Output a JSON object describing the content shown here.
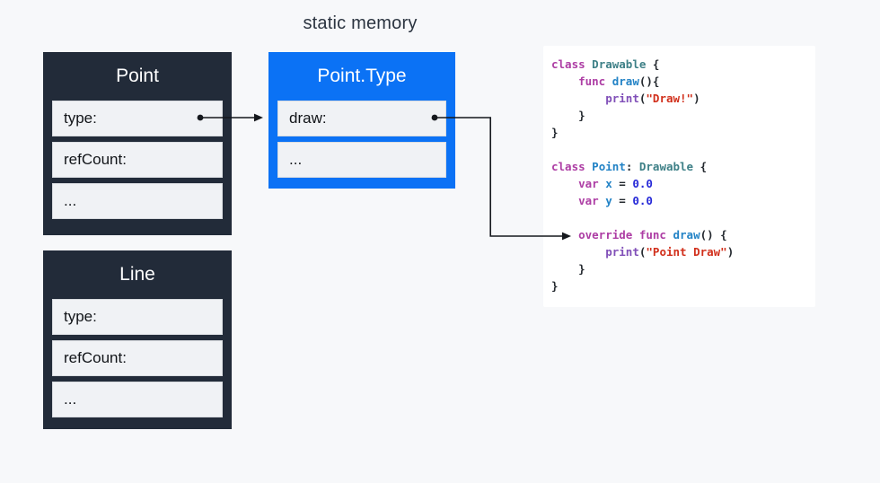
{
  "page": {
    "title": "static memory",
    "background_color": "#f7f8fa"
  },
  "colors": {
    "dark_box": "#222b39",
    "blue_box": "#0b72f5",
    "slot_background": "#f0f2f5",
    "arrow": "#15181d",
    "code_keyword": "#ad3da4",
    "code_type": "#3e8087",
    "code_declaration": "#2383c6",
    "code_function": "#804fb8",
    "code_string": "#d12f1b",
    "code_number": "#272ad8"
  },
  "boxes": {
    "point": {
      "title": "Point",
      "rows": [
        "type:",
        "refCount:",
        "..."
      ]
    },
    "point_type": {
      "title": "Point.Type",
      "rows": [
        "draw:",
        "..."
      ]
    },
    "line": {
      "title": "Line",
      "rows": [
        "type:",
        "refCount:",
        "..."
      ]
    }
  },
  "connections": [
    {
      "from": "point.type-slot",
      "to": "point-type-box"
    },
    {
      "from": "point-type.draw-slot",
      "to": "code.override-func-draw-line"
    }
  ],
  "code": {
    "language": "swift",
    "lines": [
      [
        [
          "kw",
          "class"
        ],
        [
          "plain",
          " "
        ],
        [
          "type",
          "Drawable"
        ],
        [
          "plain",
          " {"
        ]
      ],
      [
        [
          "plain",
          "    "
        ],
        [
          "kw",
          "func"
        ],
        [
          "plain",
          " "
        ],
        [
          "decl",
          "draw"
        ],
        [
          "plain",
          "(){"
        ]
      ],
      [
        [
          "plain",
          "        "
        ],
        [
          "fn",
          "print"
        ],
        [
          "plain",
          "("
        ],
        [
          "str",
          "\"Draw!\""
        ],
        [
          "plain",
          ")"
        ]
      ],
      [
        [
          "plain",
          "    }"
        ]
      ],
      [
        [
          "plain",
          "}"
        ]
      ],
      [],
      [
        [
          "kw",
          "class"
        ],
        [
          "plain",
          " "
        ],
        [
          "decl",
          "Point"
        ],
        [
          "plain",
          ": "
        ],
        [
          "type",
          "Drawable"
        ],
        [
          "plain",
          " {"
        ]
      ],
      [
        [
          "plain",
          "    "
        ],
        [
          "kw",
          "var"
        ],
        [
          "plain",
          " "
        ],
        [
          "decl",
          "x"
        ],
        [
          "plain",
          " = "
        ],
        [
          "num",
          "0.0"
        ]
      ],
      [
        [
          "plain",
          "    "
        ],
        [
          "kw",
          "var"
        ],
        [
          "plain",
          " "
        ],
        [
          "decl",
          "y"
        ],
        [
          "plain",
          " = "
        ],
        [
          "num",
          "0.0"
        ]
      ],
      [],
      [
        [
          "plain",
          "    "
        ],
        [
          "kw",
          "override"
        ],
        [
          "plain",
          " "
        ],
        [
          "kw",
          "func"
        ],
        [
          "plain",
          " "
        ],
        [
          "decl",
          "draw"
        ],
        [
          "plain",
          "() {"
        ]
      ],
      [
        [
          "plain",
          "        "
        ],
        [
          "fn",
          "print"
        ],
        [
          "plain",
          "("
        ],
        [
          "str",
          "\"Point Draw\""
        ],
        [
          "plain",
          ")"
        ]
      ],
      [
        [
          "plain",
          "    }"
        ]
      ],
      [
        [
          "plain",
          "}"
        ]
      ]
    ]
  }
}
